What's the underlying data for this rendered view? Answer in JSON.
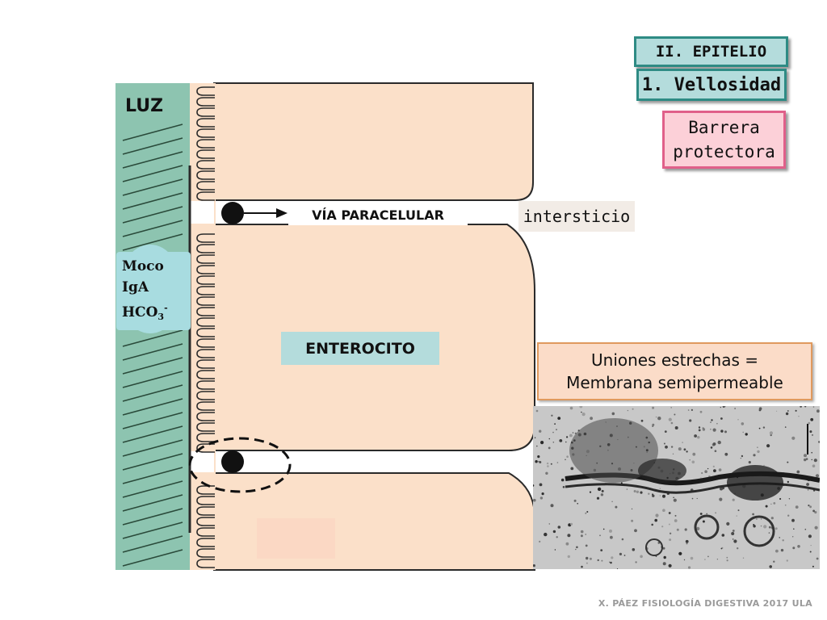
{
  "section": "II. EPITELIO",
  "subsection": "1. Vellosidad",
  "topic": "Barrera protectora",
  "labels": {
    "luz": "LUZ",
    "via_paracelular": "VÍA PARACELULAR",
    "intersticio": "intersticio",
    "enterocito": "ENTEROCITO"
  },
  "moco_box": {
    "line1": "Moco",
    "line2": "IgA",
    "line3_base": "HCO",
    "line3_sub": "3",
    "line3_sup": "-"
  },
  "uniones": {
    "line1": "Uniones estrechas =",
    "line2": "Membrana semipermeable"
  },
  "footer": "X. PÁEZ   FISIOLOGÍA DIGESTIVA 2017  ULA",
  "colors": {
    "cell": "#fbe0c9",
    "lumen_mucus": "#8dc4b0",
    "teal_box": "#b4dcdc",
    "pink_box": "#fcd0d8",
    "orange_box": "#fbdcc8"
  }
}
